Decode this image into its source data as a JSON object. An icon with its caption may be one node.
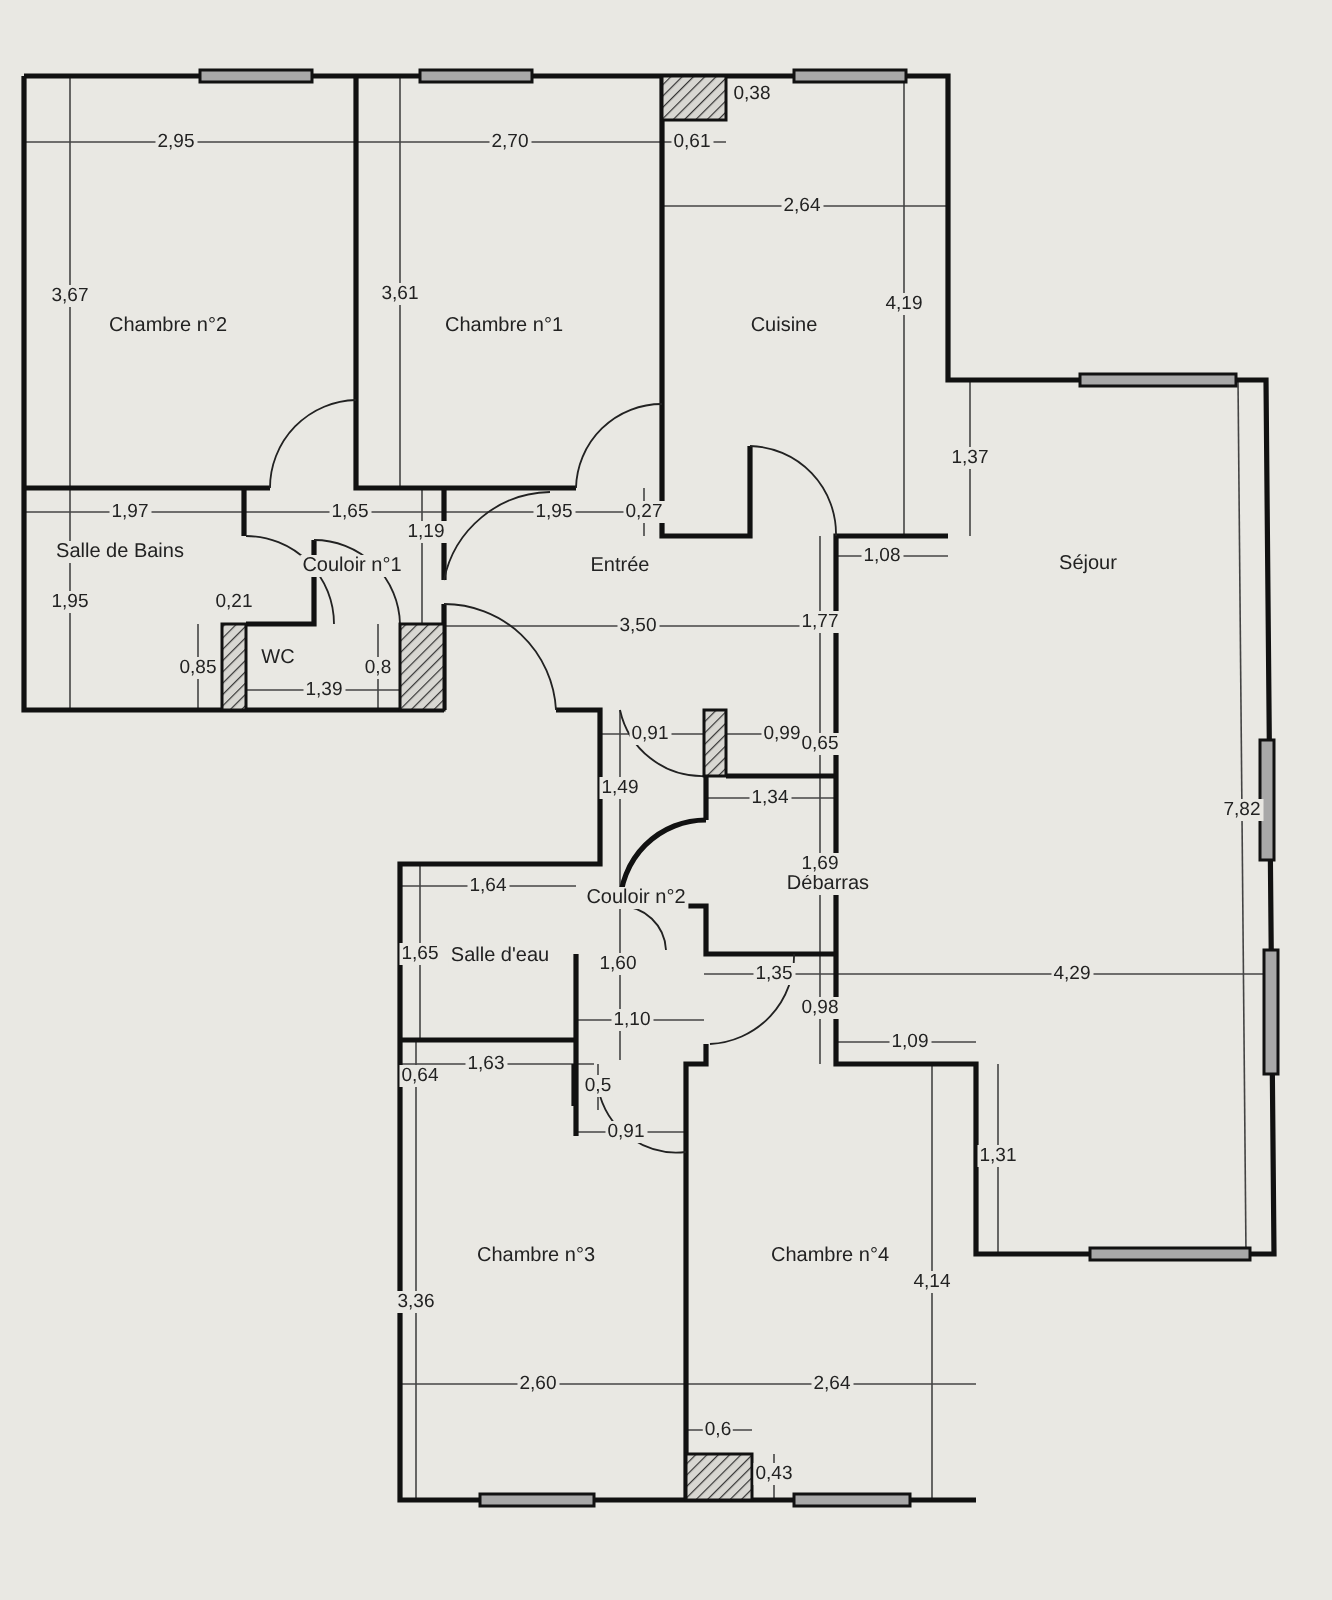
{
  "diagram": {
    "nodes": [
      {
        "text": [
          "Chambre n°2"
        ]
      },
      {
        "text": [
          "Chambre n°1"
        ]
      },
      {
        "text": [
          "Cuisine"
        ]
      },
      {
        "text": [
          "Séjour"
        ]
      },
      {
        "text": [
          "Salle de Bains"
        ]
      },
      {
        "text": [
          "Couloir n°1"
        ]
      },
      {
        "text": [
          "Entrée"
        ]
      },
      {
        "text": [
          "WC"
        ]
      },
      {
        "text": [
          "Débarras"
        ]
      },
      {
        "text": [
          "Couloir n°2"
        ]
      },
      {
        "text": [
          "Salle d'eau"
        ]
      },
      {
        "text": [
          "Chambre n°3"
        ]
      },
      {
        "text": [
          "Chambre n°4"
        ]
      }
    ],
    "labels": [
      "0,38",
      "2,95",
      "2,70",
      "0,61",
      "2,64",
      "3,67",
      "3,61",
      "4,19",
      "1,37",
      "1,97",
      "1,65",
      "1,95",
      "0,27",
      "1,19",
      "1,08",
      "1,95",
      "0,21",
      "0,85",
      "0,8",
      "1,39",
      "3,50",
      "1,77",
      "0,91",
      "0,99",
      "0,65",
      "1,49",
      "1,34",
      "7,82",
      "1,64",
      "1,69",
      "1,65",
      "1,60",
      "1,35",
      "4,29",
      "0,98",
      "1,10",
      "1,09",
      "0,64",
      "1,63",
      "0,5",
      "0,91",
      "1,31",
      "3,36",
      "4,14",
      "2,60",
      "2,64",
      "0,6",
      "0,43"
    ]
  }
}
